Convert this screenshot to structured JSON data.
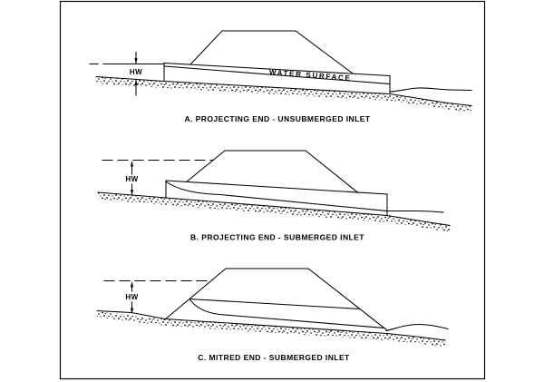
{
  "figure": {
    "panels": [
      {
        "caption": "A. PROJECTING END - UNSUBMERGED INLET",
        "hw_label": "HW",
        "water_surface_label": "WATER SURFACE"
      },
      {
        "caption": "B. PROJECTING END - SUBMERGED INLET",
        "hw_label": "HW"
      },
      {
        "caption": "C. MITRED END - SUBMERGED INLET",
        "hw_label": "HW"
      }
    ]
  },
  "colors": {
    "ink": "#000000",
    "paper": "#ffffff"
  }
}
